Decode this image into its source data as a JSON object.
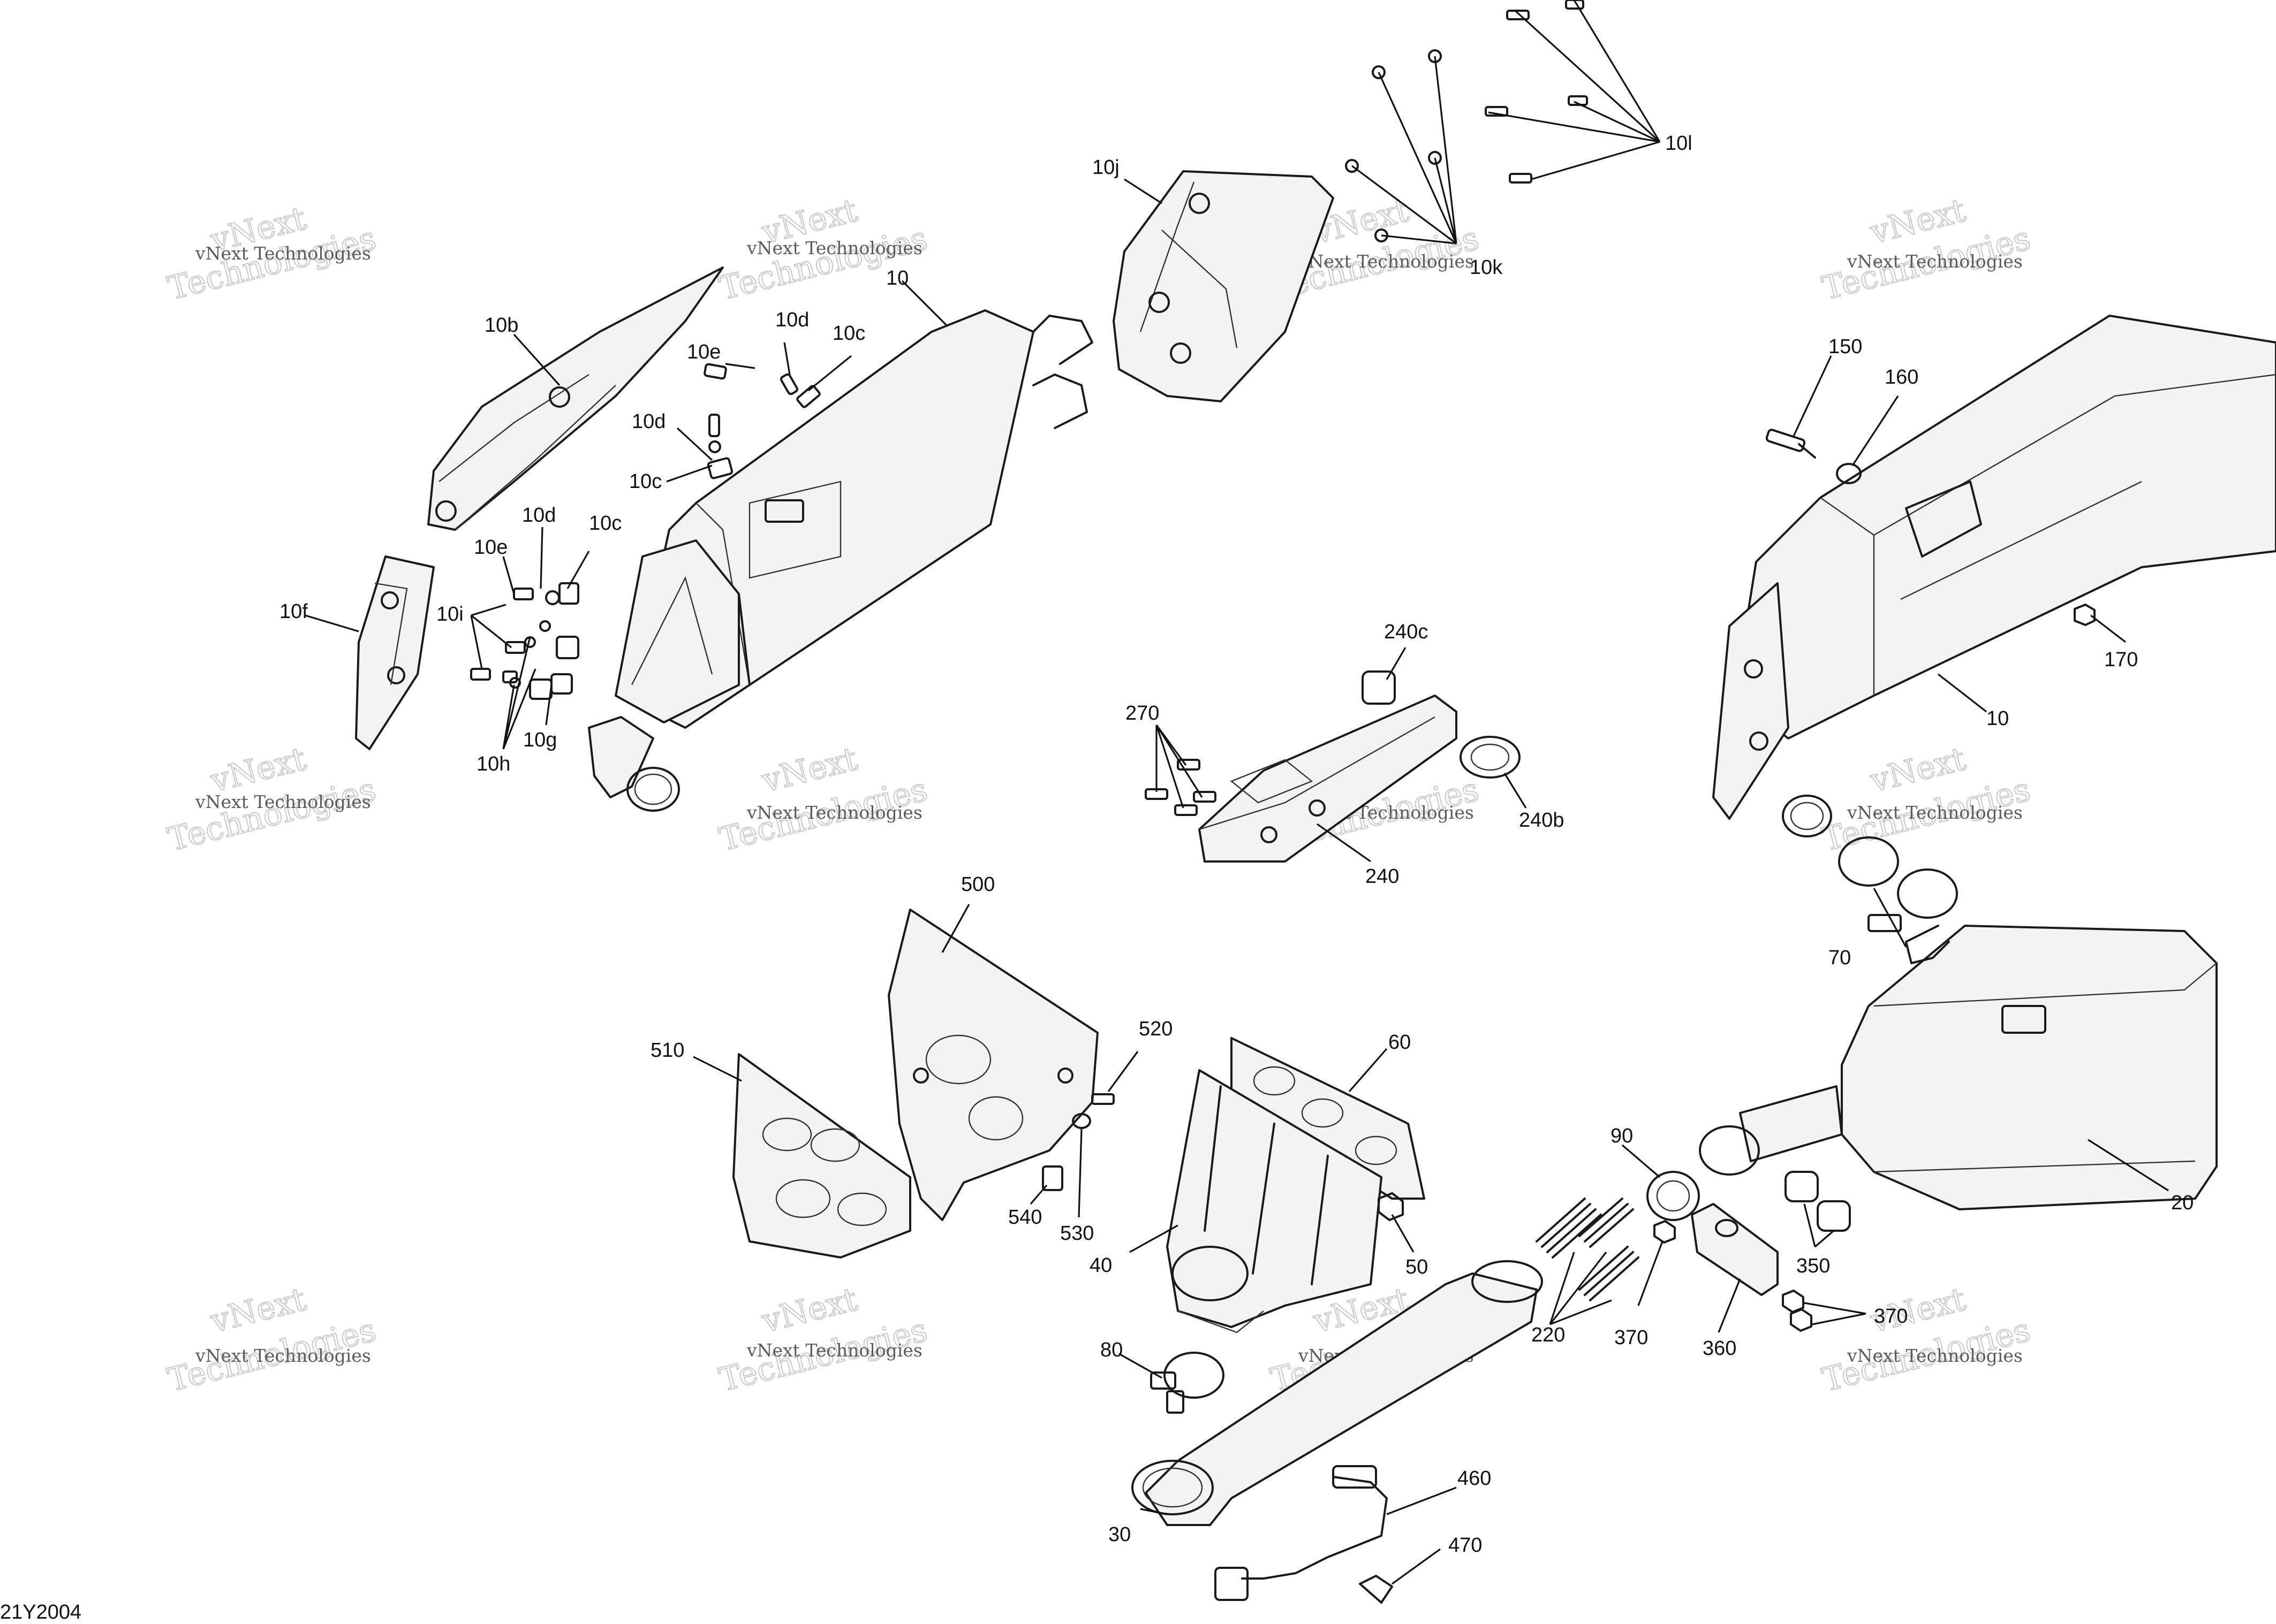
{
  "document_code": "21Y2004",
  "watermark": {
    "line1": "vNext Technologies",
    "line2": "vNext",
    "line3": "Technologies"
  },
  "callouts": {
    "c10b": "10b",
    "c10e_top": "10e",
    "c10d_top": "10d",
    "c10c_top": "10c",
    "c10d_mid": "10d",
    "c10c_mid": "10c",
    "c10": "10",
    "c10j": "10j",
    "c10k": "10k",
    "c10l": "10l",
    "c10d_low": "10d",
    "c10c_low": "10c",
    "c10e_low": "10e",
    "c10f": "10f",
    "c10i": "10i",
    "c10g": "10g",
    "c10h": "10h",
    "c150": "150",
    "c160": "160",
    "c170": "170",
    "c10_right": "10",
    "c240c": "240c",
    "c270": "270",
    "c240b": "240b",
    "c240": "240",
    "c500": "500",
    "c510": "510",
    "c520": "520",
    "c60": "60",
    "c540": "540",
    "c530": "530",
    "c40": "40",
    "c50": "50",
    "c70": "70",
    "c90": "90",
    "c20": "20",
    "c350": "350",
    "c370_a": "370",
    "c370_b": "370",
    "c360": "360",
    "c220": "220",
    "c80": "80",
    "c30": "30",
    "c460": "460",
    "c470": "470"
  }
}
